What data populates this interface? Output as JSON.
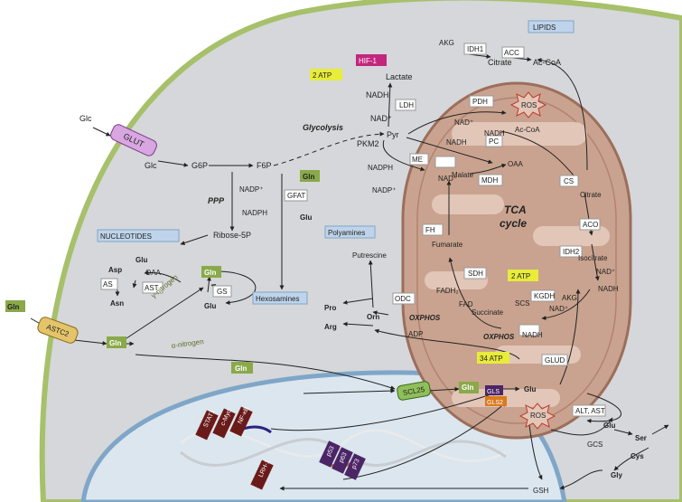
{
  "colors": {
    "cell_fill": "#d5d7da",
    "cell_border": "#a7c06a",
    "mito_fill": "#c9a38f",
    "mito_border": "#9c6e5c",
    "crista_fill": "#e2c6b8",
    "nucleus_fill": "#dbe6ee",
    "nucleus_border": "#7fa6c8",
    "gln_box": "#8aa94a",
    "atp_box": "#e8ec3a",
    "hif_box": "#c2277d",
    "target_box": "#bfd4ea",
    "tf_box": "#6b1a1a",
    "p53_box": "#4b2566"
  },
  "inputs": {
    "glc": "Glc",
    "gln": "Gln"
  },
  "transporters": {
    "glut": "GLUT",
    "astc2": "ASTC2",
    "scl25": "SCL25"
  },
  "targets": {
    "lipids": "LIPIDS",
    "nucleotides": "NUCLEOTIDES",
    "polyamines": "Polyamines",
    "hexosamines": "Hexosamines"
  },
  "glycolysis": {
    "title": "Glycolysis",
    "glc": "Glc",
    "g6p": "G6P",
    "f6p": "F6P",
    "pyr": "Pyr",
    "pkm2": "PKM2",
    "atp": "2 ATP",
    "hif1": "HIF-1",
    "lactate": "Lactate",
    "nadh": "NADH",
    "nad": "NAD⁺",
    "ldh": "LDH"
  },
  "ppp": {
    "title": "PPP",
    "nadp": "NADP⁺",
    "nadph": "NADPH",
    "ribose": "Ribose-5P"
  },
  "hexosamine": {
    "gln": "Gln",
    "gfat": "GFAT",
    "glu": "Glu"
  },
  "nucleotide": {
    "glu": "Glu",
    "oaa": "OAA",
    "asp": "Asp",
    "as": "AS",
    "ast": "AST",
    "asn": "Asn",
    "gln": "Gln",
    "glu2": "Glu",
    "gs": "GS"
  },
  "nitrogen": {
    "gamma": "γ-nitrogen",
    "alpha": "α-nitrogen",
    "gln1": "Gln",
    "gln2": "Gln"
  },
  "citrate_cyto": {
    "akg": "AKG",
    "idh1": "IDH1",
    "citrate": "Citrate",
    "acc": "ACC",
    "acoa": "Ac-CoA"
  },
  "malic": {
    "me": "ME",
    "nadph": "NADPH",
    "nadp": "NADP⁺"
  },
  "polyamine": {
    "putrescine": "Putrescine",
    "odc": "ODC",
    "orn": "Orn",
    "pro": "Pro",
    "arg": "Arg"
  },
  "mito": {
    "pdh": "PDH",
    "ros": "ROS",
    "nad_pdh": "NAD⁺",
    "nadh_pdh": "NADH",
    "acoa": "Ac-CoA",
    "pc": "PC",
    "oaa": "OAA",
    "cs": "CS",
    "citrate": "Citrate",
    "aco": "ACO",
    "isocitrate": "Isocitrate",
    "idh2": "IDH2",
    "nad_idh": "NAD⁺",
    "nadh_idh": "NADH",
    "akg": "AKG",
    "kgdh": "KGDH",
    "nad_kgdh": "NAD⁺",
    "nadh_kgdh": "NADH",
    "scs": "SCS",
    "atp2": "2 ATP",
    "succinate": "Succinate",
    "sdh": "SDH",
    "fadh2": "FADH₂",
    "fad": "FAD",
    "fumarate": "Fumarate",
    "fh": "FH",
    "malate": "Malate",
    "mdh": "MDH",
    "nadh_mdh": "NADH",
    "nad_mdh": "NAD⁺",
    "tca": "TCA",
    "cycle": "cycle",
    "oxphos": "OXPHOS",
    "oxphos2": "OXPHOS",
    "adp": "ADP",
    "atp34": "34 ATP",
    "gln": "Gln",
    "gls": "GLS",
    "gls2": "GLS2",
    "glu": "Glu",
    "glud": "GLUD",
    "alt_ast": "ALT, AST"
  },
  "gsh": {
    "glu": "Glu",
    "ser": "Ser",
    "cys": "Cys",
    "gly": "Gly",
    "gcs": "GCS",
    "gsh": "GSH",
    "ros": "ROS"
  },
  "nucleus": {
    "stat1": "STAT1",
    "cmyc": "c-Myc",
    "nfkb": "NF-κB",
    "p53": "p53",
    "p63": "p63",
    "p73": "p73",
    "lrh1": "LRH-1"
  }
}
